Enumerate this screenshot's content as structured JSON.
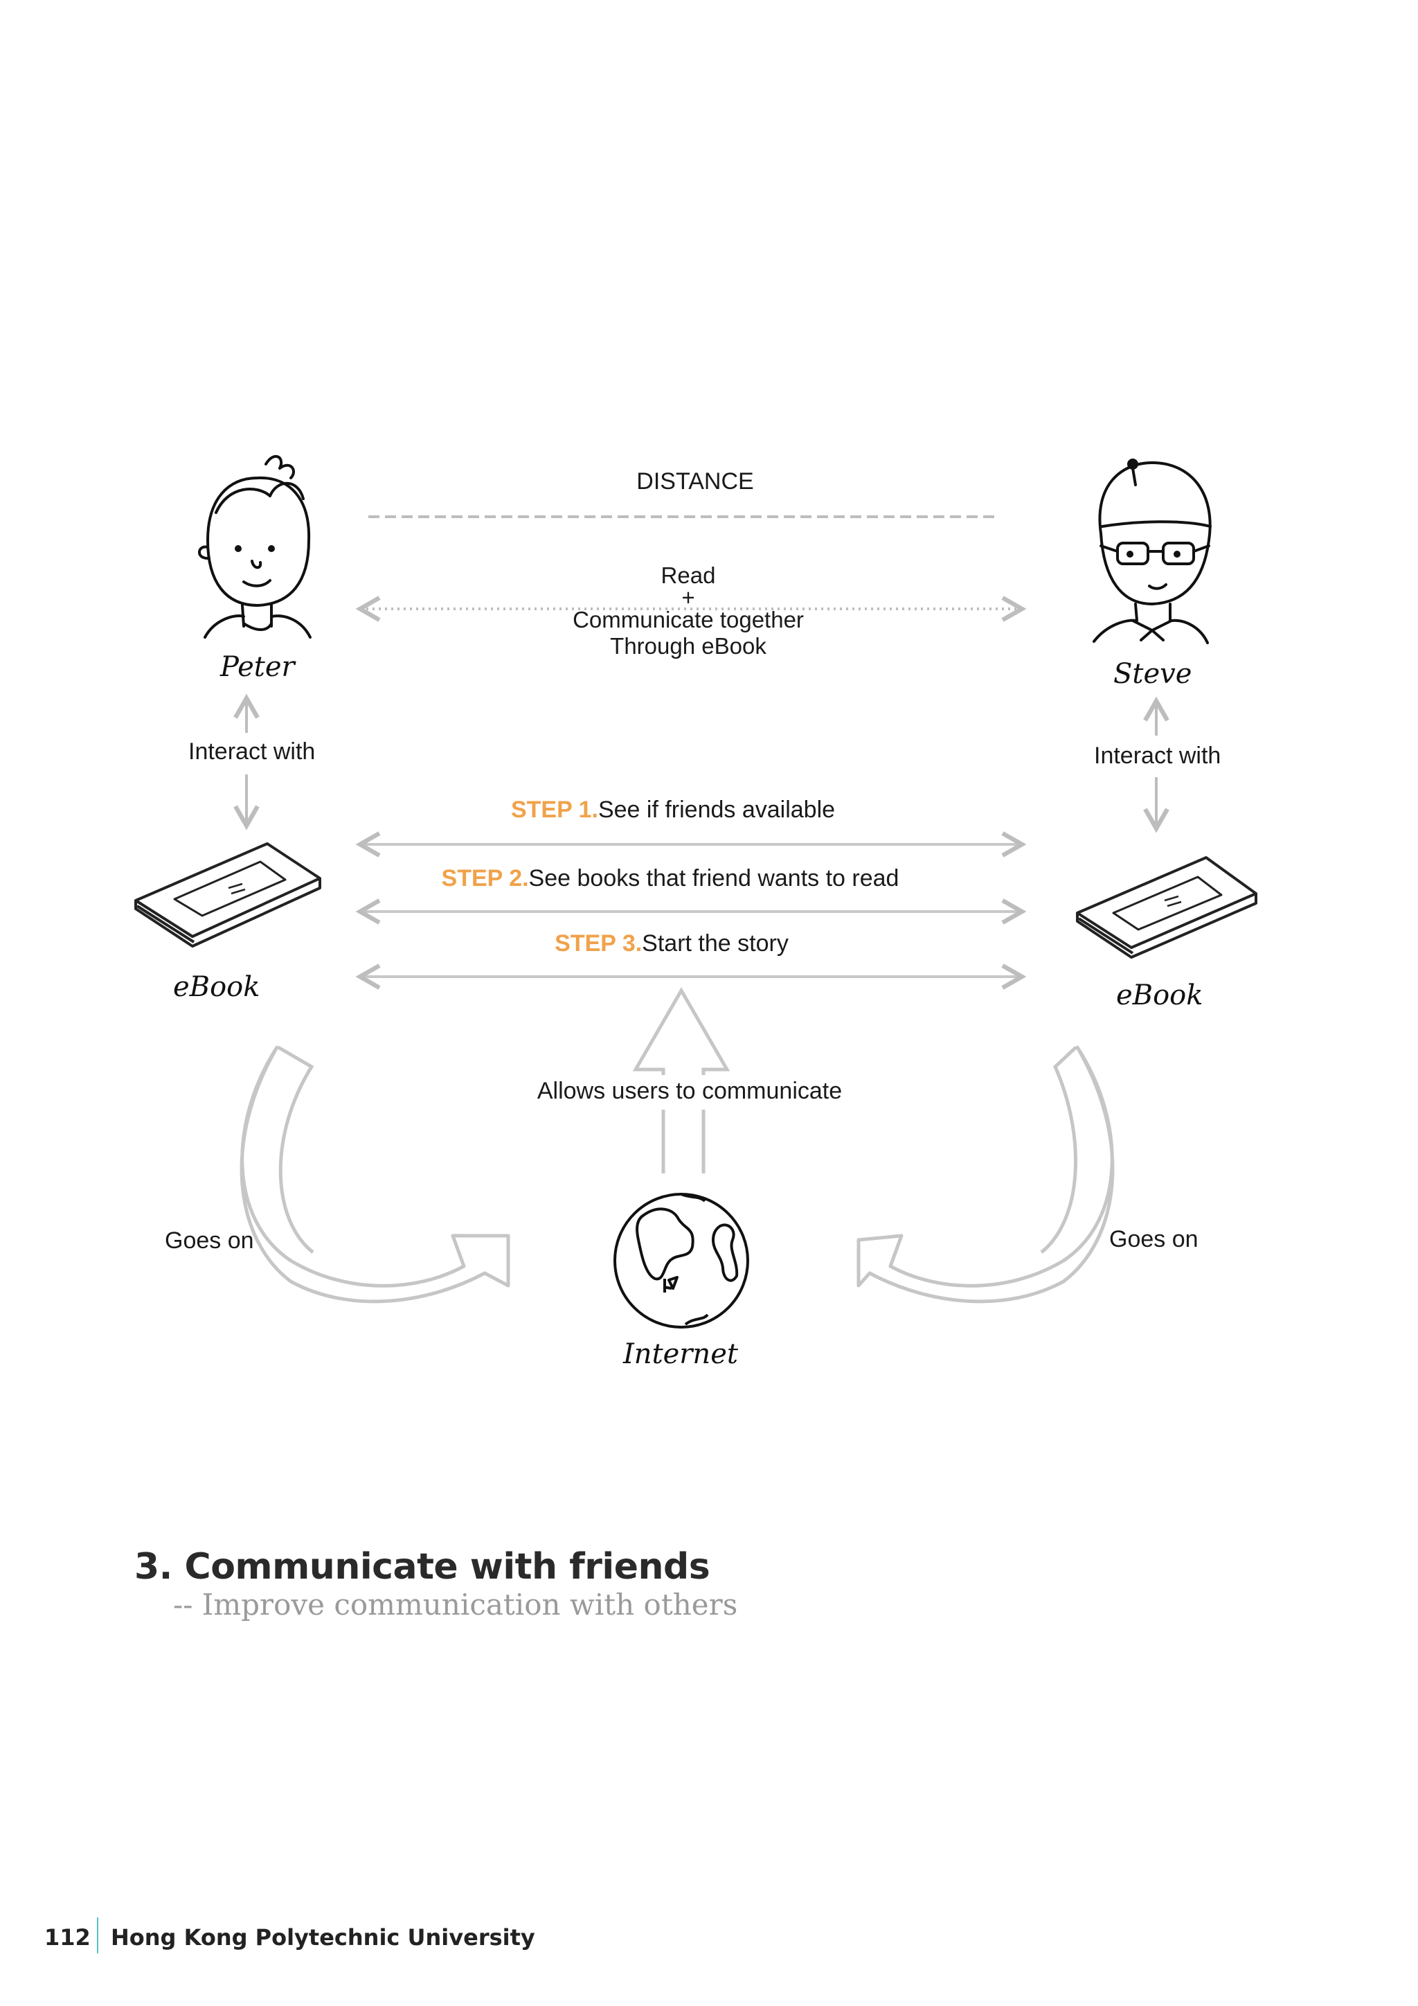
{
  "diagram": {
    "distance": "DISTANCE",
    "read_block": [
      "Read",
      "+",
      "Communicate together",
      "Through eBook"
    ],
    "persons": {
      "left": "Peter",
      "right": "Steve"
    },
    "interact_left": "Interact with",
    "interact_right": "Interact with",
    "ebook_left": "eBook",
    "ebook_right": "eBook",
    "steps": [
      {
        "tag": "STEP 1.",
        "text": "See if friends available"
      },
      {
        "tag": "STEP 2.",
        "text": "See books that friend wants to read"
      },
      {
        "tag": "STEP 3.",
        "text": "Start the story"
      }
    ],
    "allows": "Allows users to communicate",
    "goes_on_left": "Goes on",
    "goes_on_right": "Goes on",
    "internet": "Internet",
    "colors": {
      "step_tag": "#f0a24a",
      "arrow": "#c8c8c8",
      "footer_divider": "#58c3c6"
    }
  },
  "section": {
    "title": "3. Communicate with friends",
    "subtitle": "-- Improve communication with others"
  },
  "footer": {
    "page_number": "112",
    "publisher": "Hong Kong Polytechnic University"
  }
}
